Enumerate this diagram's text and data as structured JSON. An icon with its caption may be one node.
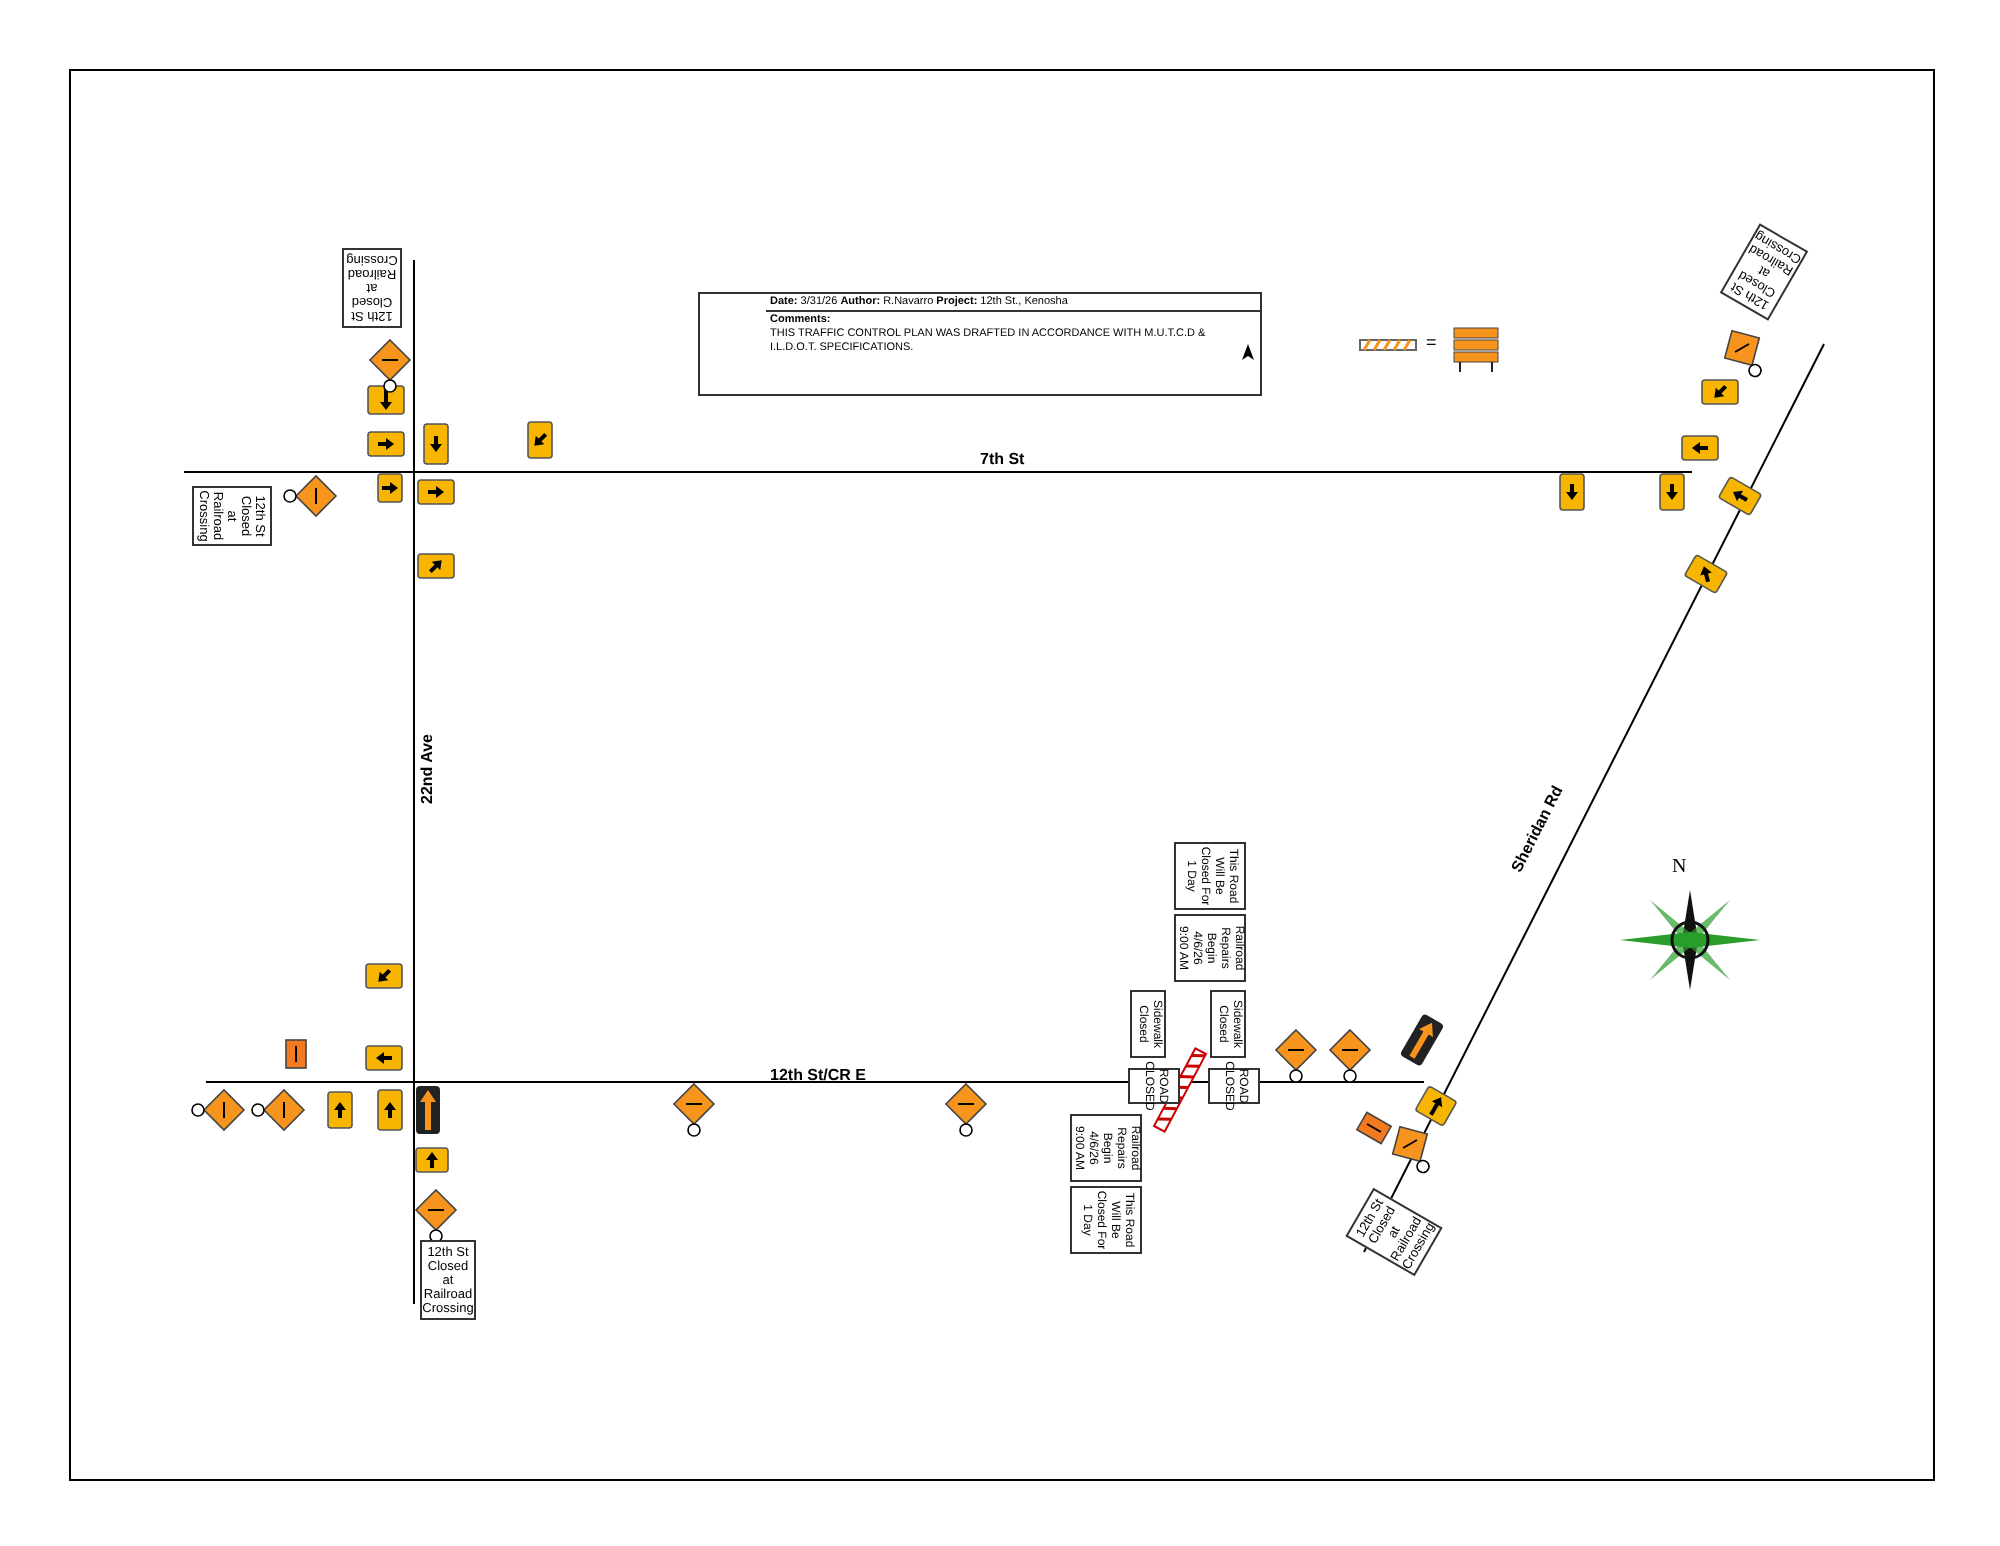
{
  "diagram": {
    "nodes": [
      {
        "text": [
          "12th St Closed at Railroad Crossing"
        ]
      },
      {
        "text": [
          "12th St Closed at Railroad Crossing"
        ]
      },
      {
        "text": [
          "12th St Closed at Railroad Crossing"
        ]
      },
      {
        "text": [
          "12th St Closed at Railroad Crossing"
        ]
      },
      {
        "text": [
          "12th St Closed at Railroad Crossing"
        ]
      },
      {
        "text": [
          "This Road Will Be Closed For 1 Day"
        ]
      },
      {
        "text": [
          "Railroad Repairs Begin 4/6/26 9:00 AM"
        ]
      },
      {
        "text": [
          "Sidewalk Closed"
        ]
      },
      {
        "text": [
          "Sidewalk Closed"
        ]
      },
      {
        "text": [
          "ROAD CLOSED"
        ]
      },
      {
        "text": [
          "ROAD CLOSED"
        ]
      },
      {
        "text": [
          "Railroad Repairs Begin 4/6/26 9:00 AM"
        ]
      },
      {
        "text": [
          "This Road Will Be Closed For 1 Day"
        ]
      }
    ],
    "labels": [
      "**Date:** 3/31/26 **Author:** R.Navarro **Project:** 12th St., Kenosha",
      "Comments:",
      "THIS TRAFFIC CONTROL PLAN WAS DRAFTED IN ACCORDANCE WITH M.U.T.C.D & I.L.D.O.T. SPECIFICATIONS.",
      "=",
      "7th St",
      "22nd Ave",
      "Sheridan Rd",
      "N",
      "12th St/CR E"
    ]
  }
}
